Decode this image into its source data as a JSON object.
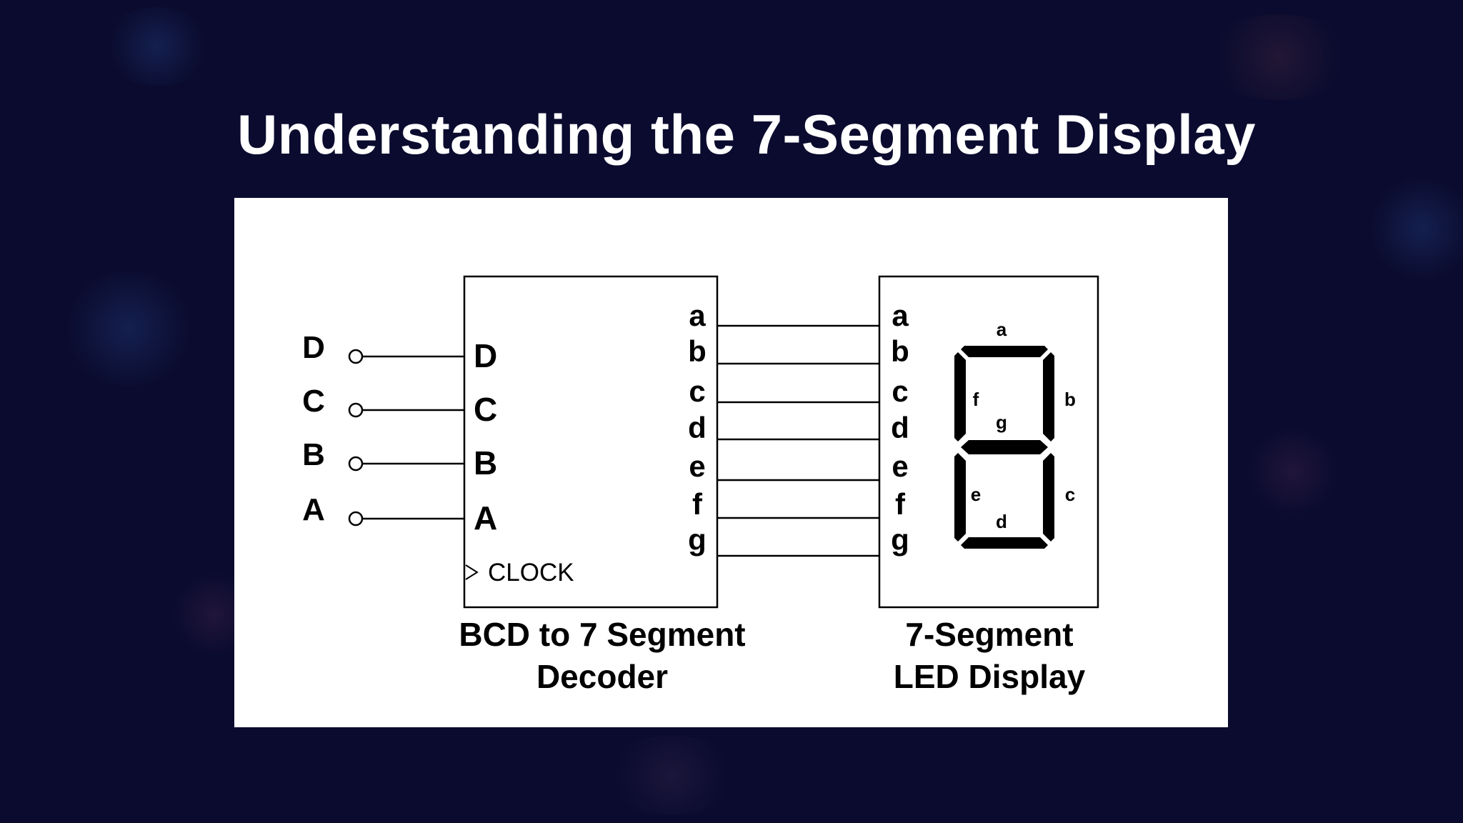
{
  "slide": {
    "title": "Understanding the 7-Segment Display"
  },
  "diagram": {
    "external_inputs": [
      "D",
      "C",
      "B",
      "A"
    ],
    "decoder": {
      "input_pins": [
        "D",
        "C",
        "B",
        "A"
      ],
      "clock_label": "CLOCK",
      "output_pins": [
        "a",
        "b",
        "c",
        "d",
        "e",
        "f",
        "g"
      ],
      "caption_line1": "BCD to 7 Segment",
      "caption_line2": "Decoder"
    },
    "display": {
      "input_pins": [
        "a",
        "b",
        "c",
        "d",
        "e",
        "f",
        "g"
      ],
      "segment_labels": {
        "a": "a",
        "b": "b",
        "c": "c",
        "d": "d",
        "e": "e",
        "f": "f",
        "g": "g"
      },
      "caption_line1": "7-Segment",
      "caption_line2": "LED Display"
    }
  },
  "colors": {
    "background": "#0a0b2e",
    "panel": "#ffffff",
    "ink": "#000000",
    "title": "#ffffff"
  }
}
